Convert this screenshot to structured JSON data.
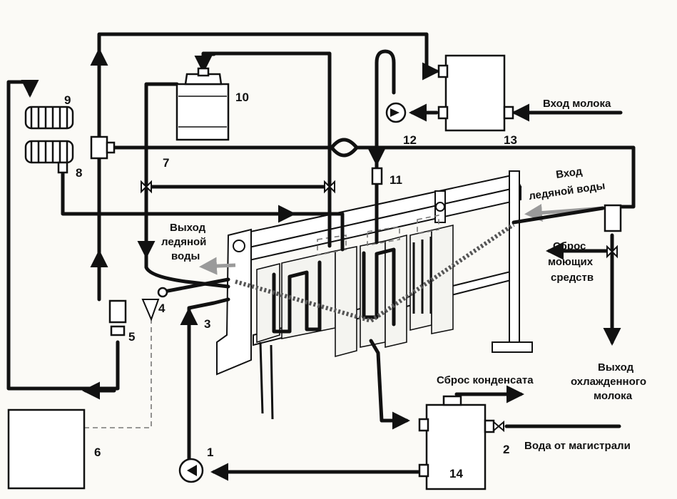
{
  "diagram": {
    "components": [
      {
        "id": "1",
        "label": "1"
      },
      {
        "id": "2",
        "label": "2"
      },
      {
        "id": "3",
        "label": "3"
      },
      {
        "id": "4",
        "label": "4"
      },
      {
        "id": "5",
        "label": "5"
      },
      {
        "id": "6",
        "label": "6"
      },
      {
        "id": "7",
        "label": "7"
      },
      {
        "id": "8",
        "label": "8"
      },
      {
        "id": "9",
        "label": "9"
      },
      {
        "id": "10",
        "label": "10"
      },
      {
        "id": "11",
        "label": "11"
      },
      {
        "id": "12",
        "label": "12"
      },
      {
        "id": "13",
        "label": "13"
      },
      {
        "id": "14",
        "label": "14"
      }
    ],
    "flows": {
      "milk_in": "Вход молока",
      "ice_water_in_1": "Вход",
      "ice_water_in_2": "ледяной воды",
      "ice_water_out_1": "Выход",
      "ice_water_out_2": "ледяной",
      "ice_water_out_3": "воды",
      "detergent_1": "Сброс",
      "detergent_2": "моющих",
      "detergent_3": "средств",
      "cooled_milk_1": "Выход",
      "cooled_milk_2": "охлажденного",
      "cooled_milk_3": "молока",
      "condensate": "Сброс конденсата",
      "mains_water": "Вода от магистрали"
    }
  }
}
